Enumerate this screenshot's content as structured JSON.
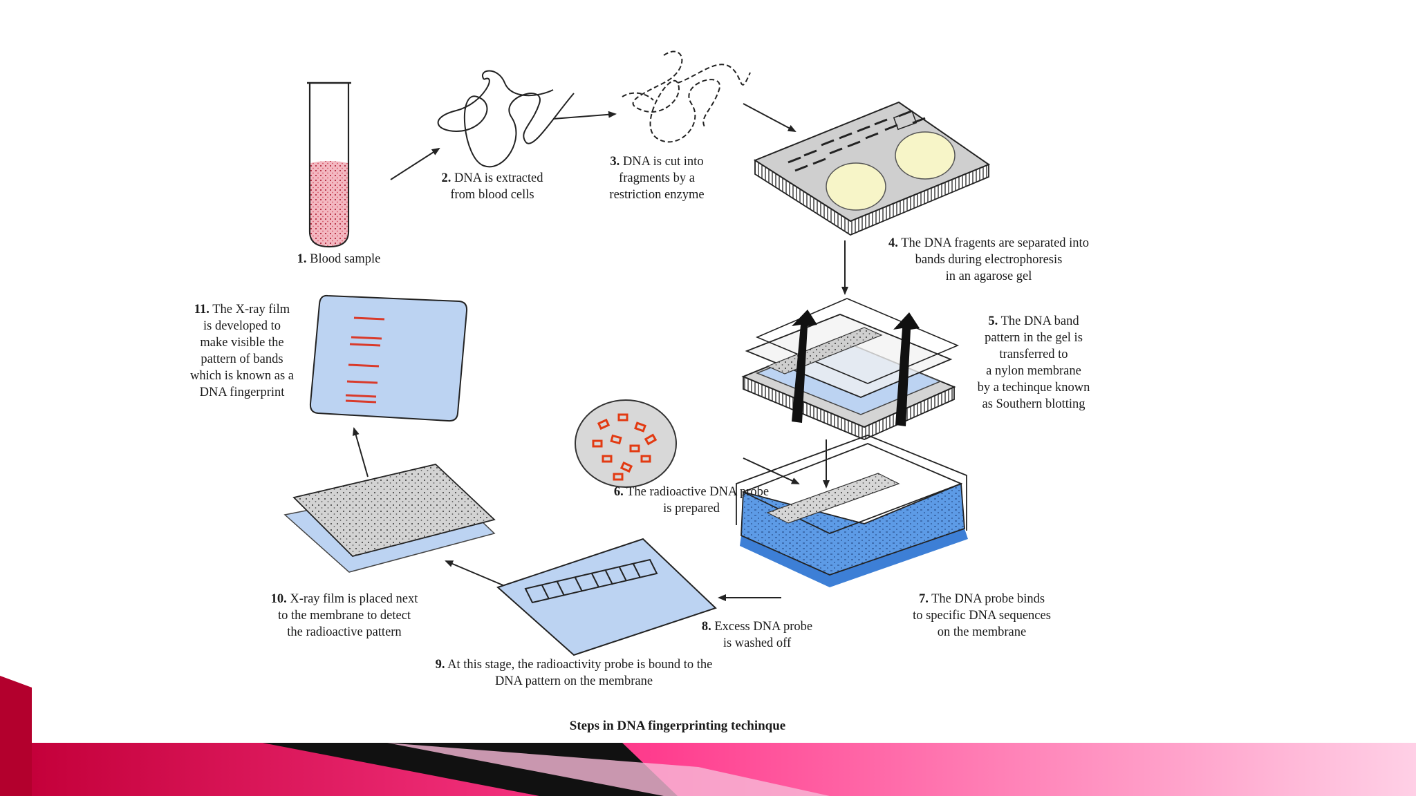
{
  "caption": "Steps in DNA fingerprinting techinque",
  "steps": [
    {
      "num": "1.",
      "lines": [
        "Blood sample"
      ]
    },
    {
      "num": "2.",
      "lines": [
        "DNA is extracted",
        "from blood cells"
      ]
    },
    {
      "num": "3.",
      "lines": [
        "DNA is cut into",
        "fragments by a",
        "restriction enzyme"
      ]
    },
    {
      "num": "4.",
      "lines": [
        "The DNA fragents are separated into",
        "bands during electrophoresis",
        "in an agarose gel"
      ]
    },
    {
      "num": "5.",
      "lines": [
        "The DNA band",
        "pattern in the gel is",
        "transferred to",
        "a nylon membrane",
        "by a techinque known",
        "as Southern blotting"
      ]
    },
    {
      "num": "6.",
      "lines": [
        "The radioactive DNA probe",
        "is prepared"
      ]
    },
    {
      "num": "7.",
      "lines": [
        "The DNA probe binds",
        "to specific DNA sequences",
        "on the membrane"
      ]
    },
    {
      "num": "8.",
      "lines": [
        "Excess DNA probe",
        "is washed off"
      ]
    },
    {
      "num": "9.",
      "lines": [
        "At this stage, the radioactivity probe is bound to the",
        "DNA pattern on the membrane"
      ]
    },
    {
      "num": "10.",
      "lines": [
        "X-ray film is placed next",
        "to the membrane to detect",
        "the radioactive pattern"
      ]
    },
    {
      "num": "11.",
      "lines": [
        "The X-ray film",
        "is developed to",
        "make visible the",
        "pattern of bands",
        "which is known as a",
        "DNA fingerprint"
      ]
    }
  ],
  "colors": {
    "accent_red": "#c8102e",
    "accent_pink": "#ff4f9a",
    "membrane_blue": "#bcd3f2",
    "gel_grey": "#c9c9c9",
    "buffer_blue": "#3d7fd6"
  }
}
